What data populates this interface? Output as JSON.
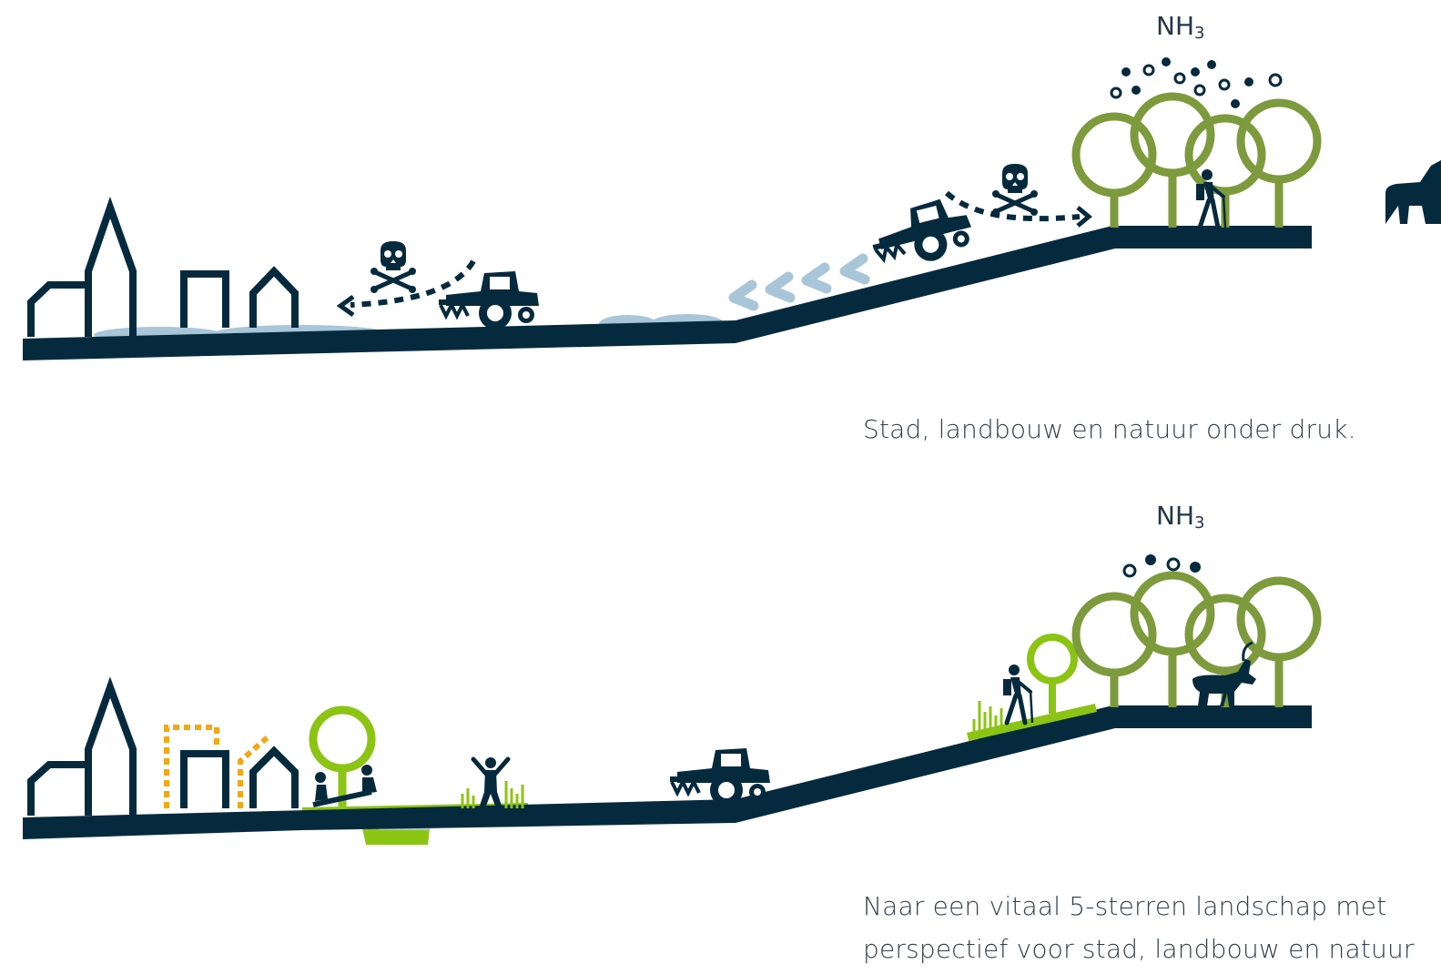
{
  "panel_top": {
    "chem_label": "NH",
    "chem_sub": "3",
    "caption": "Stad, landbouw en natuur onder druk."
  },
  "panel_bottom": {
    "chem_label": "NH",
    "chem_sub": "3",
    "caption_line1": "Naar een vitaal 5-sterren landschap met",
    "caption_line2": "perspectief voor stad, landbouw en natuur"
  },
  "colors": {
    "ground": "#062a3d",
    "water": "#a9c6d8",
    "arrow_blue": "#a9c6d8",
    "tree_dark": "#7d9a3c",
    "tree_light": "#8cc414",
    "green_band": "#8cc414",
    "future_building": "#f3a712"
  }
}
